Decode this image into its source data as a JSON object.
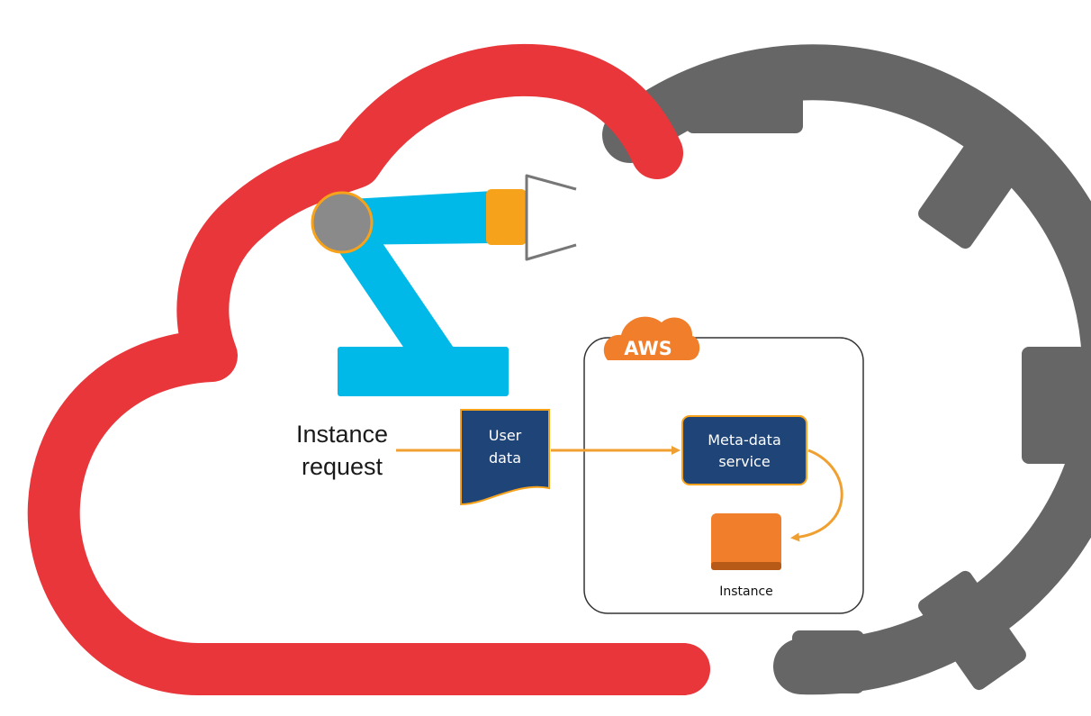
{
  "diagram": {
    "left_label_line1": "Instance",
    "left_label_line2": "request",
    "user_data_line1": "User",
    "user_data_line2": "data",
    "aws_badge": "AWS",
    "metadata_line1": "Meta-data",
    "metadata_line2": "service",
    "instance_label": "Instance"
  },
  "colors": {
    "cloud": "#e8363a",
    "gear": "#666666",
    "robot_arm": "#00b9e8",
    "robot_joint": "#8a8a8a",
    "accent_orange": "#f7a21b",
    "navy_box": "#1f4478",
    "aws_orange": "#f07e2a",
    "arrow": "#f0a030"
  },
  "icons": {
    "cloud": "cloud-icon",
    "gear": "gear-icon",
    "robot": "robotic-arm-icon",
    "aws_cloud": "aws-cloud-icon",
    "instance": "instance-icon"
  }
}
